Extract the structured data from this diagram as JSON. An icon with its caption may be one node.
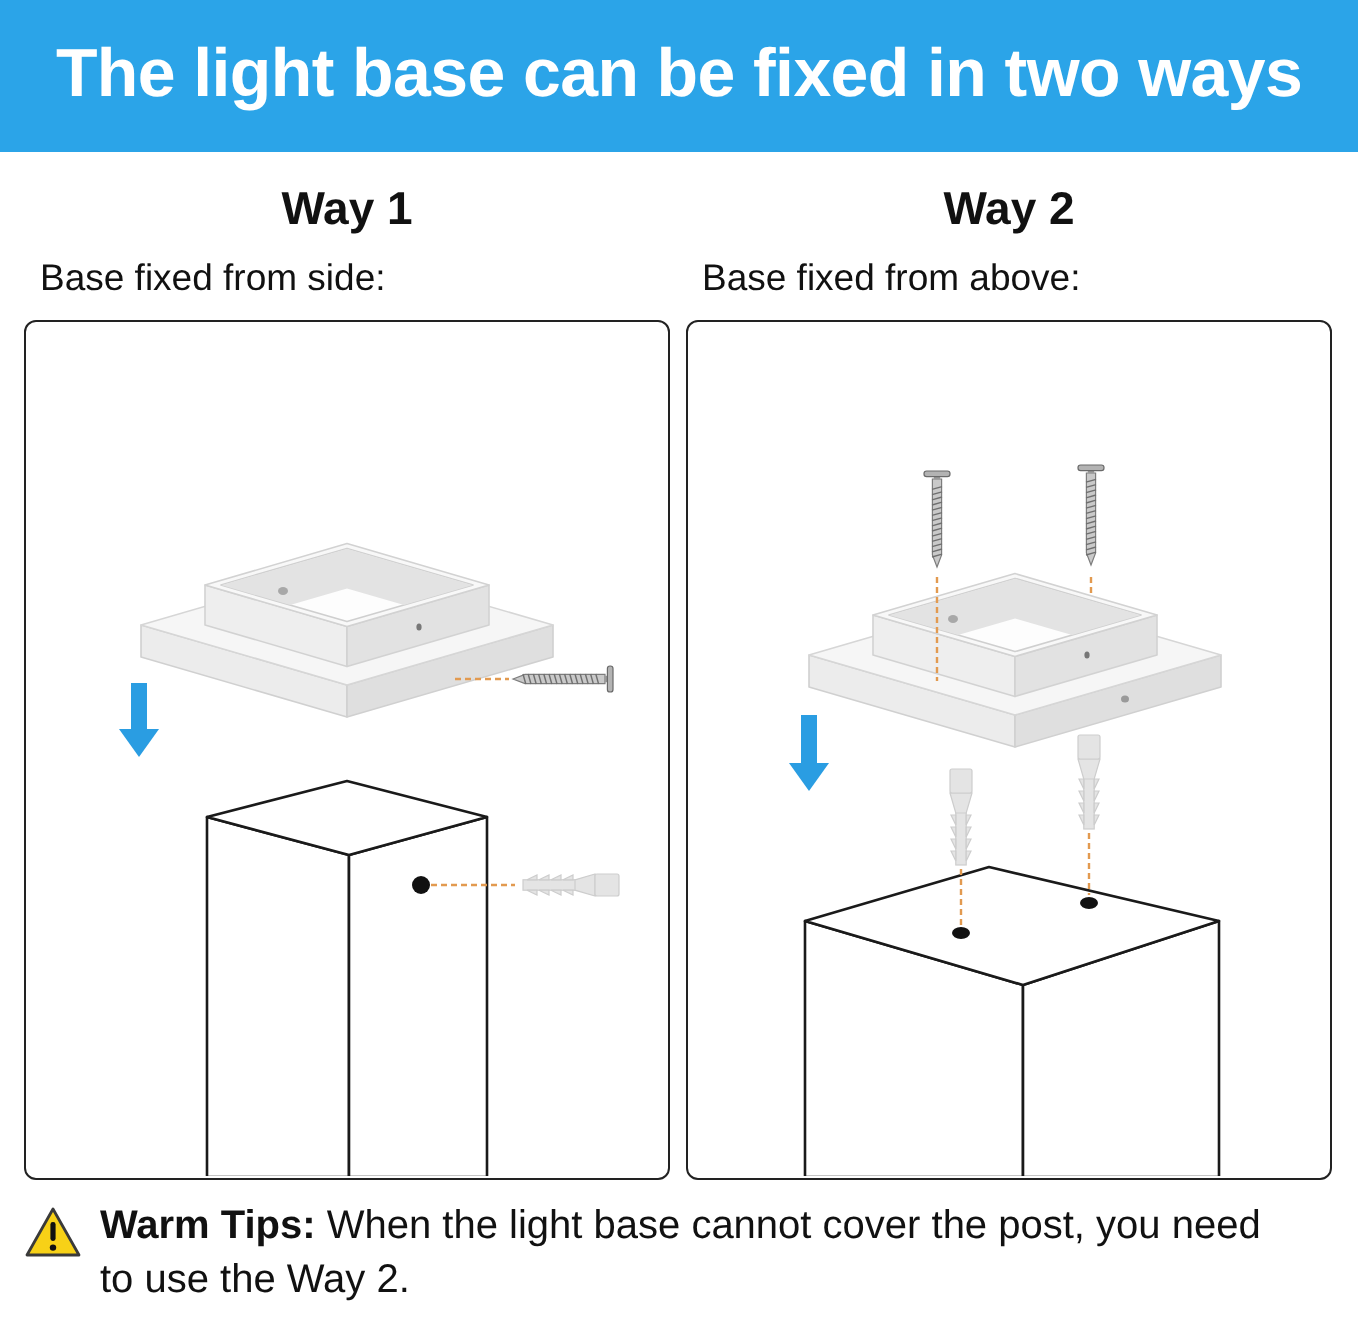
{
  "diagram": {
    "title": "The light base can be fixed in two ways",
    "nodes": [
      {
        "text": [
          "Way 1",
          "Base fixed from side:"
        ]
      },
      {
        "text": [
          "Way 2",
          "Base fixed from above:"
        ]
      }
    ],
    "labels": [
      "**Warm Tips:** When the light base cannot cover the post, you need to use the Way 2."
    ]
  }
}
